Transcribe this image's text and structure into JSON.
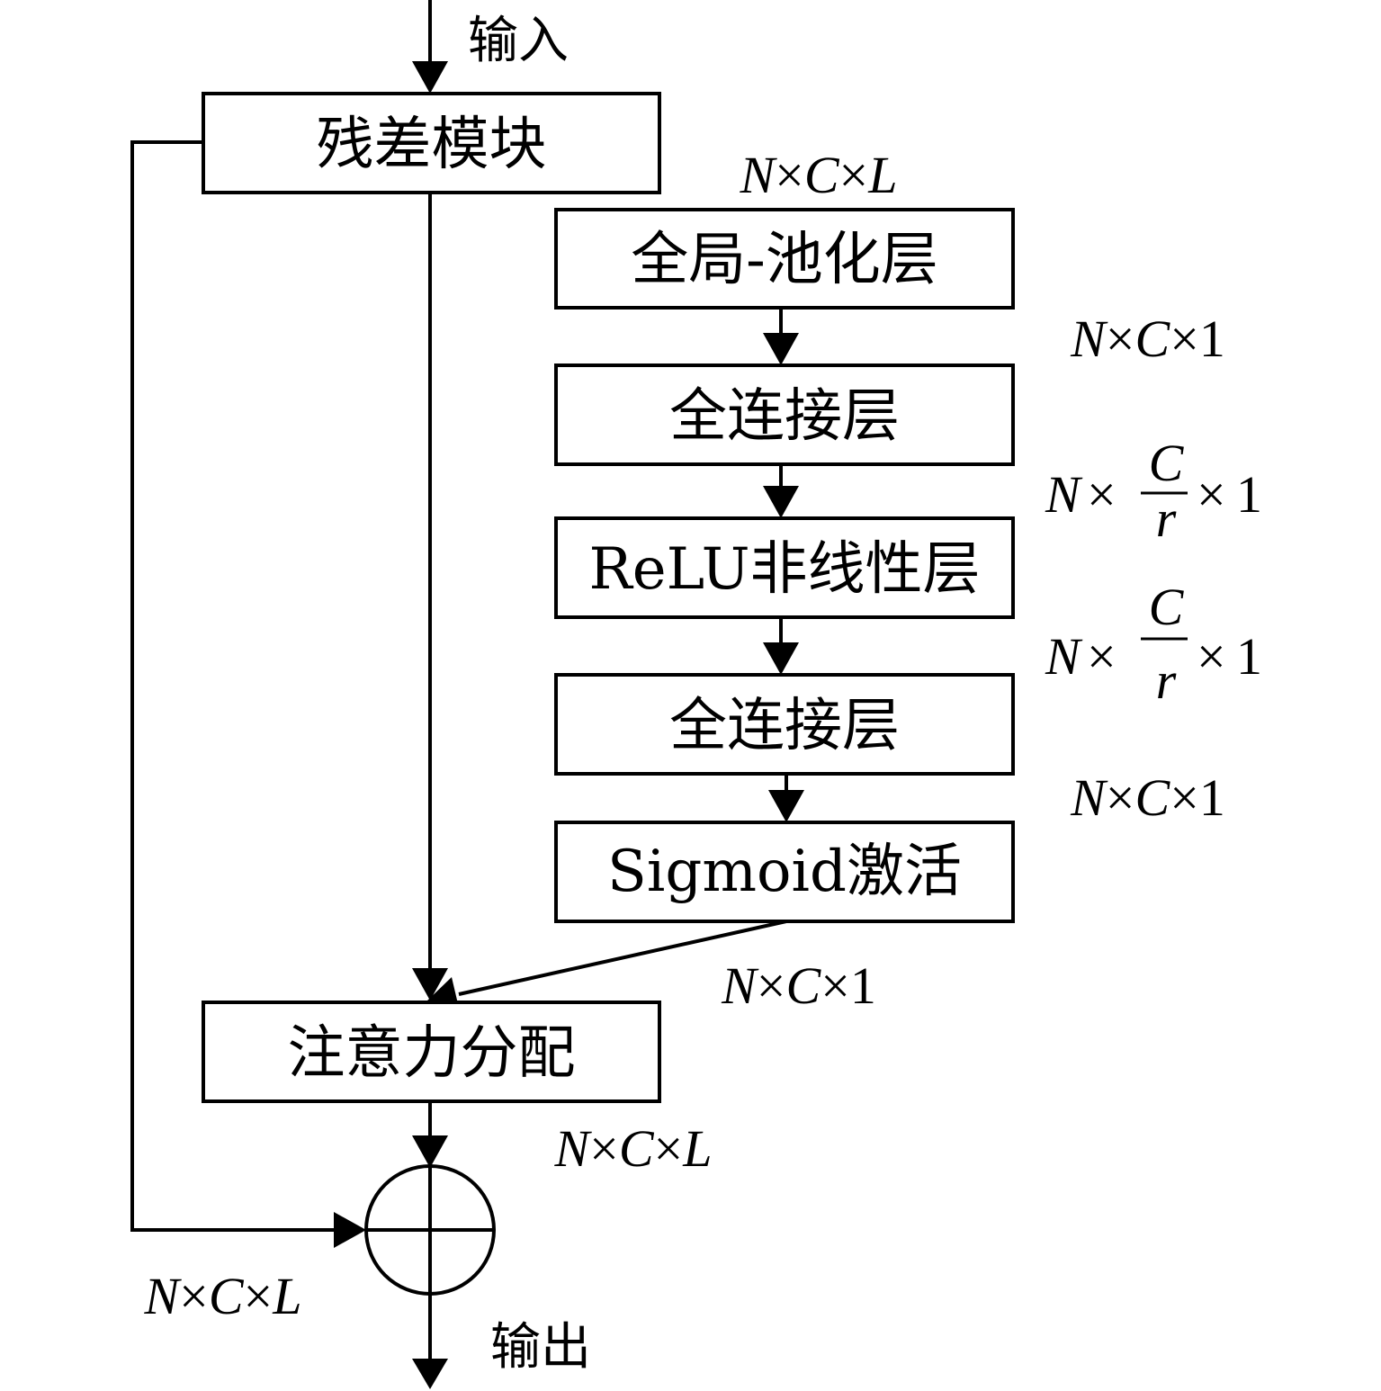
{
  "input_label": "输入",
  "output_label": "输出",
  "nodes": {
    "residual": "残差模块",
    "gap": "全局-池化层",
    "fc1": "全连接层",
    "relu": "ReLU非线性层",
    "fc2": "全连接层",
    "sigmoid": "Sigmoid激活",
    "attention": "注意力分配"
  },
  "math": {
    "N": "N",
    "C": "C",
    "L": "L",
    "r": "r",
    "one": "1",
    "times": "×"
  }
}
